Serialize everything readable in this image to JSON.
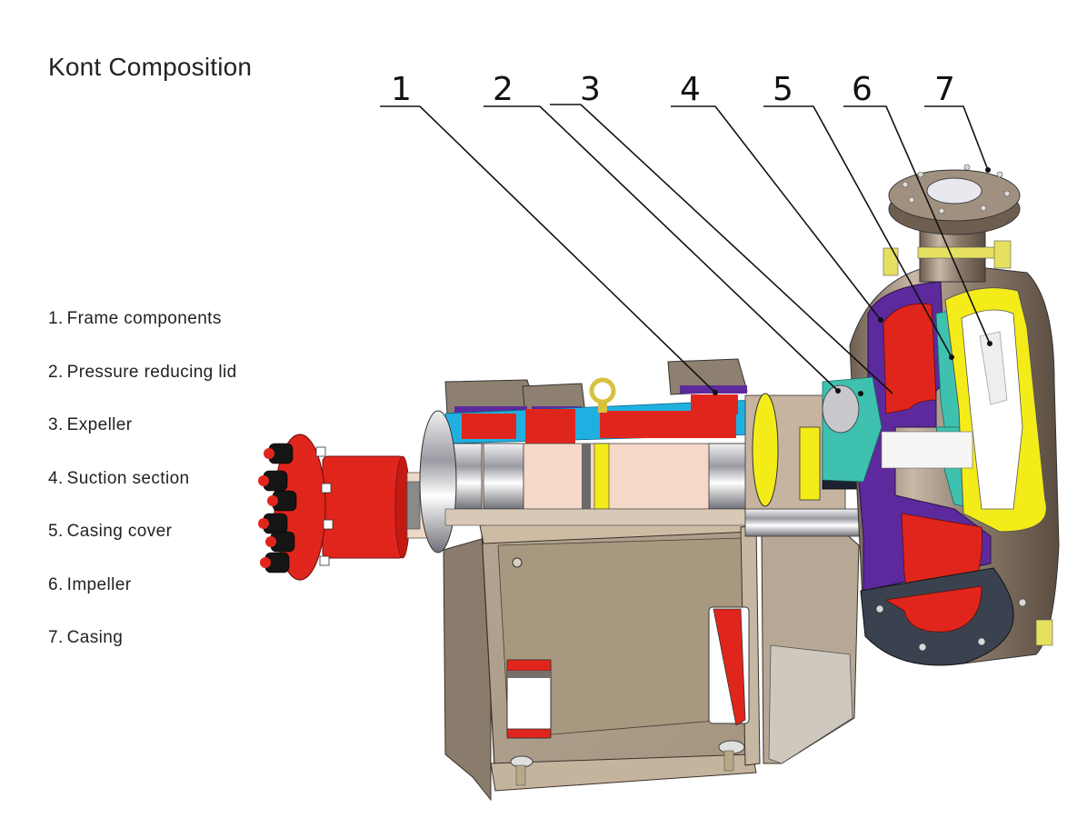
{
  "title": "Kont Composition",
  "legend": [
    {
      "num": "1.",
      "label": "Frame components"
    },
    {
      "num": "2.",
      "label": "Pressure reducing lid"
    },
    {
      "num": "3.",
      "label": "Expeller"
    },
    {
      "num": "4.",
      "label": "Suction section"
    },
    {
      "num": "5.",
      "label": "Casing cover"
    },
    {
      "num": "6.",
      "label": "Impeller"
    },
    {
      "num": "7.",
      "label": "Casing"
    }
  ],
  "callouts": [
    "1",
    "2",
    "3",
    "4",
    "5",
    "6",
    "7"
  ],
  "colors": {
    "frame": "#a89a88",
    "frame_light": "#c9b8a2",
    "red": "#e0261c",
    "cyan": "#20b0e0",
    "purple": "#5c2a9c",
    "teal": "#3fc1b0",
    "yellow": "#f4ec19",
    "dark_slate": "#3a4250",
    "steel": "#c8c8cc",
    "peach": "#f5d8c8"
  }
}
